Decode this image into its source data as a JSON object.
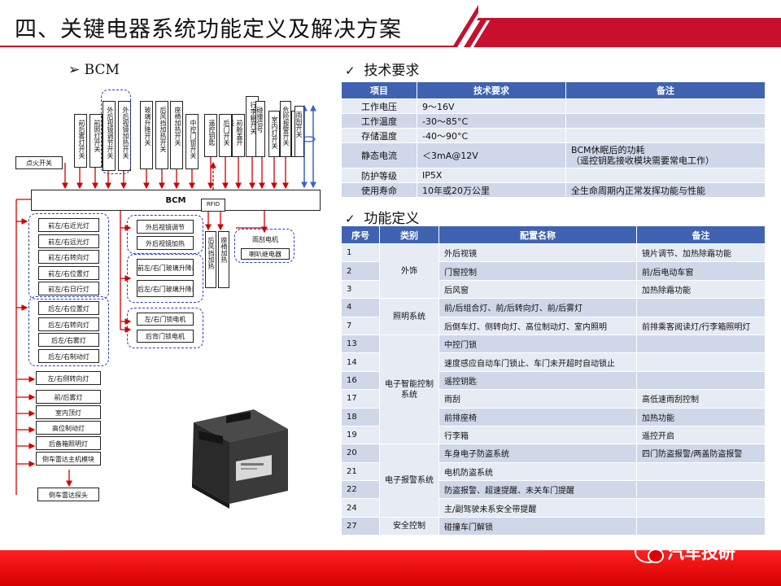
{
  "title": "四、关键电器系统功能定义及解决方案",
  "bcm": {
    "heading": "BCM",
    "bullet": "➢",
    "bar_label": "BCM",
    "rfid_label": "RFID",
    "top_inputs": [
      "前后雾灯开关",
      "前照灯开关",
      "外后视镜调节开关",
      "外后视镜加热开关",
      "玻璃升降开关",
      "后风挡加热开关",
      "座椅加热开关",
      "中控门锁开关",
      "遥控钥匙",
      "后门开关",
      "前舱盖开关",
      "行李箱开关",
      "碰撞信号",
      "室内灯开关",
      "危险报警开关",
      "车速信号",
      "雨刮开关"
    ],
    "left_input": "点火开关",
    "group_lights_front": [
      "前左/右近光灯",
      "前左/右远光灯",
      "前左/右转向灯",
      "前左/右位置灯",
      "前左/右日行灯"
    ],
    "group_lights_rear": [
      "后左/右位置灯",
      "后左/右转向灯",
      "后左/右雾灯",
      "后左/右制动灯"
    ],
    "single_outputs_mid": [
      "左/右侧转向灯"
    ],
    "group_misc": [
      "前/后雾灯",
      "室内顶灯",
      "高位制动灯",
      "后备箱照明灯",
      "倒车雷达主机模块"
    ],
    "bottom_output": "倒车雷达探头",
    "group_mirror": [
      "外后视镜调节",
      "外后视镜加热"
    ],
    "group_window": [
      "前左/右门玻璃升降器",
      "后左/右门玻璃升降器"
    ],
    "group_lock": [
      "左/右门锁电机",
      "后背门锁电机"
    ],
    "vert_outputs": [
      "后风挡加热",
      "座椅加热"
    ],
    "group_wiper": [
      "雨刮电机",
      "喇叭继电器"
    ]
  },
  "tech": {
    "heading": "技术要求",
    "check": "✓",
    "columns": [
      "项目",
      "技术要求",
      "备注"
    ],
    "rows": [
      [
        "工作电压",
        "9～16V",
        ""
      ],
      [
        "工作温度",
        "-30～85°C",
        ""
      ],
      [
        "存储温度",
        "-40～90°C",
        ""
      ],
      [
        "静态电流",
        "＜3mA@12V",
        "BCM休眠后的功耗\n（遥控钥匙接收模块需要常电工作）"
      ],
      [
        "防护等级",
        "IP5X",
        ""
      ],
      [
        "使用寿命",
        "10年或20万公里",
        "全生命周期内正常发挥功能与性能"
      ]
    ]
  },
  "func": {
    "heading": "功能定义",
    "check": "✓",
    "columns": [
      "序号",
      "类别",
      "配置名称",
      "备注"
    ],
    "rows": [
      [
        "1",
        "外后视镜",
        "镜片调节、加热除霜功能"
      ],
      [
        "2",
        "门窗控制",
        "前/后电动车窗"
      ],
      [
        "3",
        "后风窗",
        "加热除霜功能"
      ],
      [
        "4",
        "前/后组合灯、前/后转向灯、前/后雾灯",
        ""
      ],
      [
        "7",
        "后倒车灯、侧转向灯、高位制动灯、室内照明",
        "前排乘客阅读灯/行李箱照明灯"
      ],
      [
        "13",
        "中控门锁",
        ""
      ],
      [
        "14",
        "速度感应自动车门锁止、车门未开超时自动锁止",
        ""
      ],
      [
        "16",
        "遥控钥匙",
        ""
      ],
      [
        "17",
        "雨刮",
        "高低速雨刮控制"
      ],
      [
        "18",
        "前排座椅",
        "加热功能"
      ],
      [
        "19",
        "行李箱",
        "遥控开启"
      ],
      [
        "20",
        "车身电子防盗系统",
        "四门防盗报警/两盖防盗报警"
      ],
      [
        "21",
        "电机防盗系统",
        ""
      ],
      [
        "22",
        "防盗报警、超速提醒、未关车门提醒",
        ""
      ],
      [
        "24",
        "主/副驾驶未系安全带提醒",
        ""
      ],
      [
        "27",
        "碰撞车门解锁",
        ""
      ]
    ],
    "categories": [
      "外饰",
      "照明系统",
      "电子智能控制系统",
      "电子报警系统",
      "安全控制"
    ]
  },
  "watermark": "汽车技研",
  "colors": {
    "accent": "#c8102e",
    "header": "#3f63b0",
    "row_light": "#e6ebf4",
    "row_dark": "#cfd7e9",
    "dash": "#2a3fb4",
    "footer": "#e00000"
  }
}
